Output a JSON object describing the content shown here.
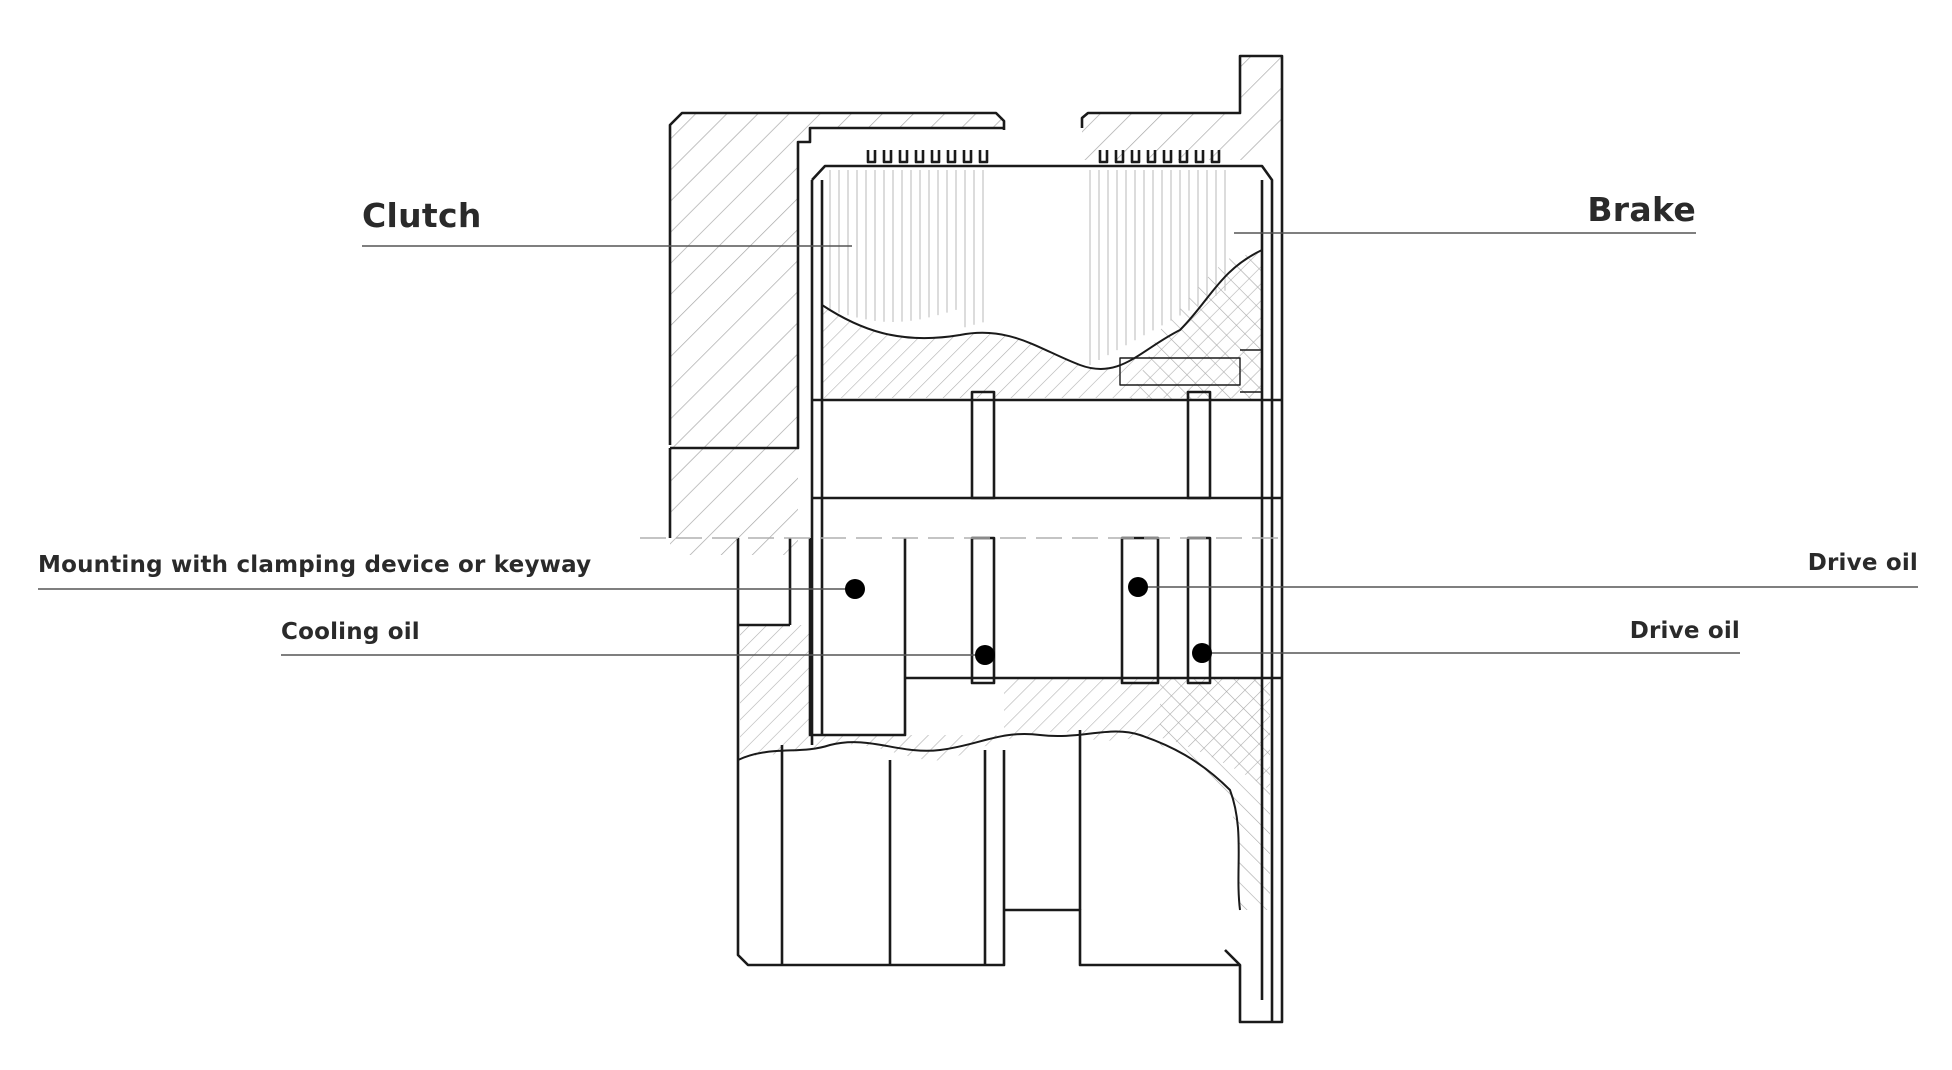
{
  "labels": {
    "clutch": "Clutch",
    "brake": "Brake",
    "mounting": "Mounting with clamping device or keyway",
    "cooling_oil": "Cooling oil",
    "drive_oil_upper": "Drive oil",
    "drive_oil_lower": "Drive oil"
  },
  "colors": {
    "outline": "#1a1a1a",
    "hatch": "#9a9a9a",
    "leader": "#555555",
    "text": "#2a2a2a",
    "marker": "#000000"
  }
}
